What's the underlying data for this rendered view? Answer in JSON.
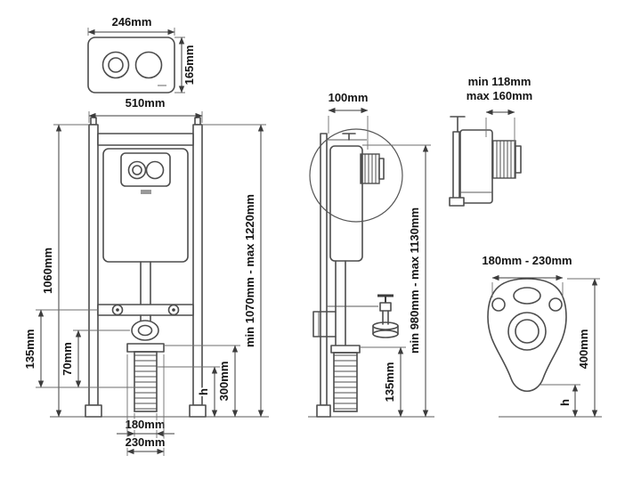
{
  "flush_plate_view": {
    "width": "246mm",
    "height": "165mm"
  },
  "front_view": {
    "frame_width": "510mm",
    "frame_height": "1060mm",
    "bolt_bar_height": "135mm",
    "flange_height": "70mm",
    "total_height_range": "min 1070mm - max 1220mm",
    "pan_connection_height": "300mm",
    "pan_height_label": "h",
    "drain_pipe_width": "180mm",
    "drain_socket_width": "230mm"
  },
  "side_view": {
    "frame_depth": "100mm",
    "height_range": "min 980mm - max 1130mm",
    "outlet_height": "135mm"
  },
  "inlet_detail_view": {
    "min_depth": "min 118mm",
    "max_depth": "max 160mm"
  },
  "mounting_plate_view": {
    "bolt_spacing_range": "180mm - 230mm",
    "plate_height": "400mm",
    "height_label": "h"
  },
  "colors": {
    "line": "#4d4d4d",
    "dimension": "#3c3c3c",
    "text": "#141414",
    "background": "#ffffff"
  }
}
